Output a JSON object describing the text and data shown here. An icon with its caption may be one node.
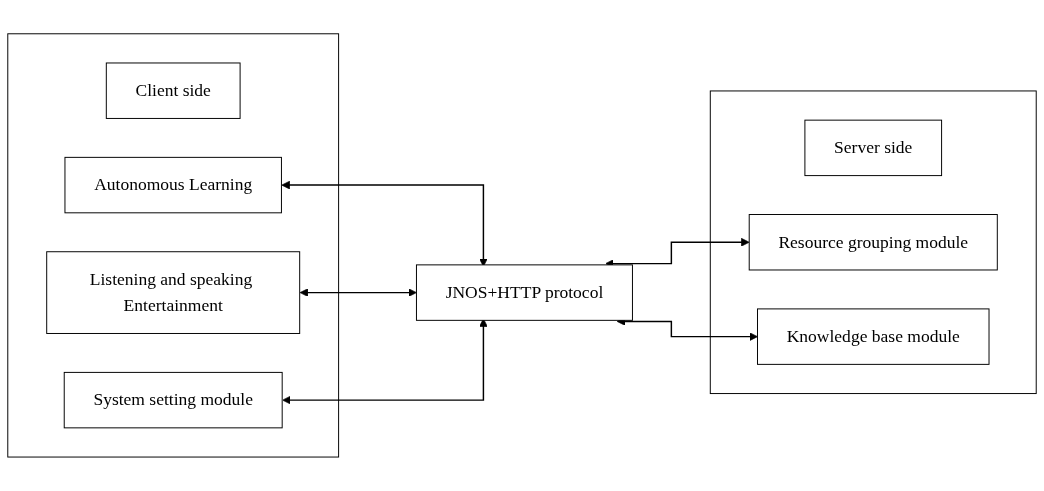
{
  "diagram": {
    "nodes": [
      {
        "text": [],
        "shape": "box"
      },
      {
        "text": [
          "Client side"
        ],
        "in": 0
      },
      {
        "text": [
          "Autonomous Learning"
        ],
        "in": 0
      },
      {
        "text": [
          "Listening and speaking Entertainment"
        ],
        "in": 0
      },
      {
        "text": [
          "System setting module"
        ],
        "in": 0
      },
      {
        "text": [
          "JNOS+HTTP protocol"
        ]
      },
      {
        "text": [],
        "shape": "box"
      },
      {
        "text": [
          "Server side"
        ],
        "in": 6
      },
      {
        "text": [
          "Resource grouping module"
        ],
        "in": 6
      },
      {
        "text": [
          "Knowledge base module"
        ],
        "in": 6
      }
    ],
    "edges": [
      {
        "from": 2,
        "to": 5,
        "arrow": "both"
      },
      {
        "from": 3,
        "to": 5,
        "arrow": "both"
      },
      {
        "from": 4,
        "to": 5,
        "arrow": "both"
      },
      {
        "from": 5,
        "to": 8,
        "arrow": "both"
      },
      {
        "from": 5,
        "to": 9,
        "arrow": "both"
      }
    ]
  }
}
